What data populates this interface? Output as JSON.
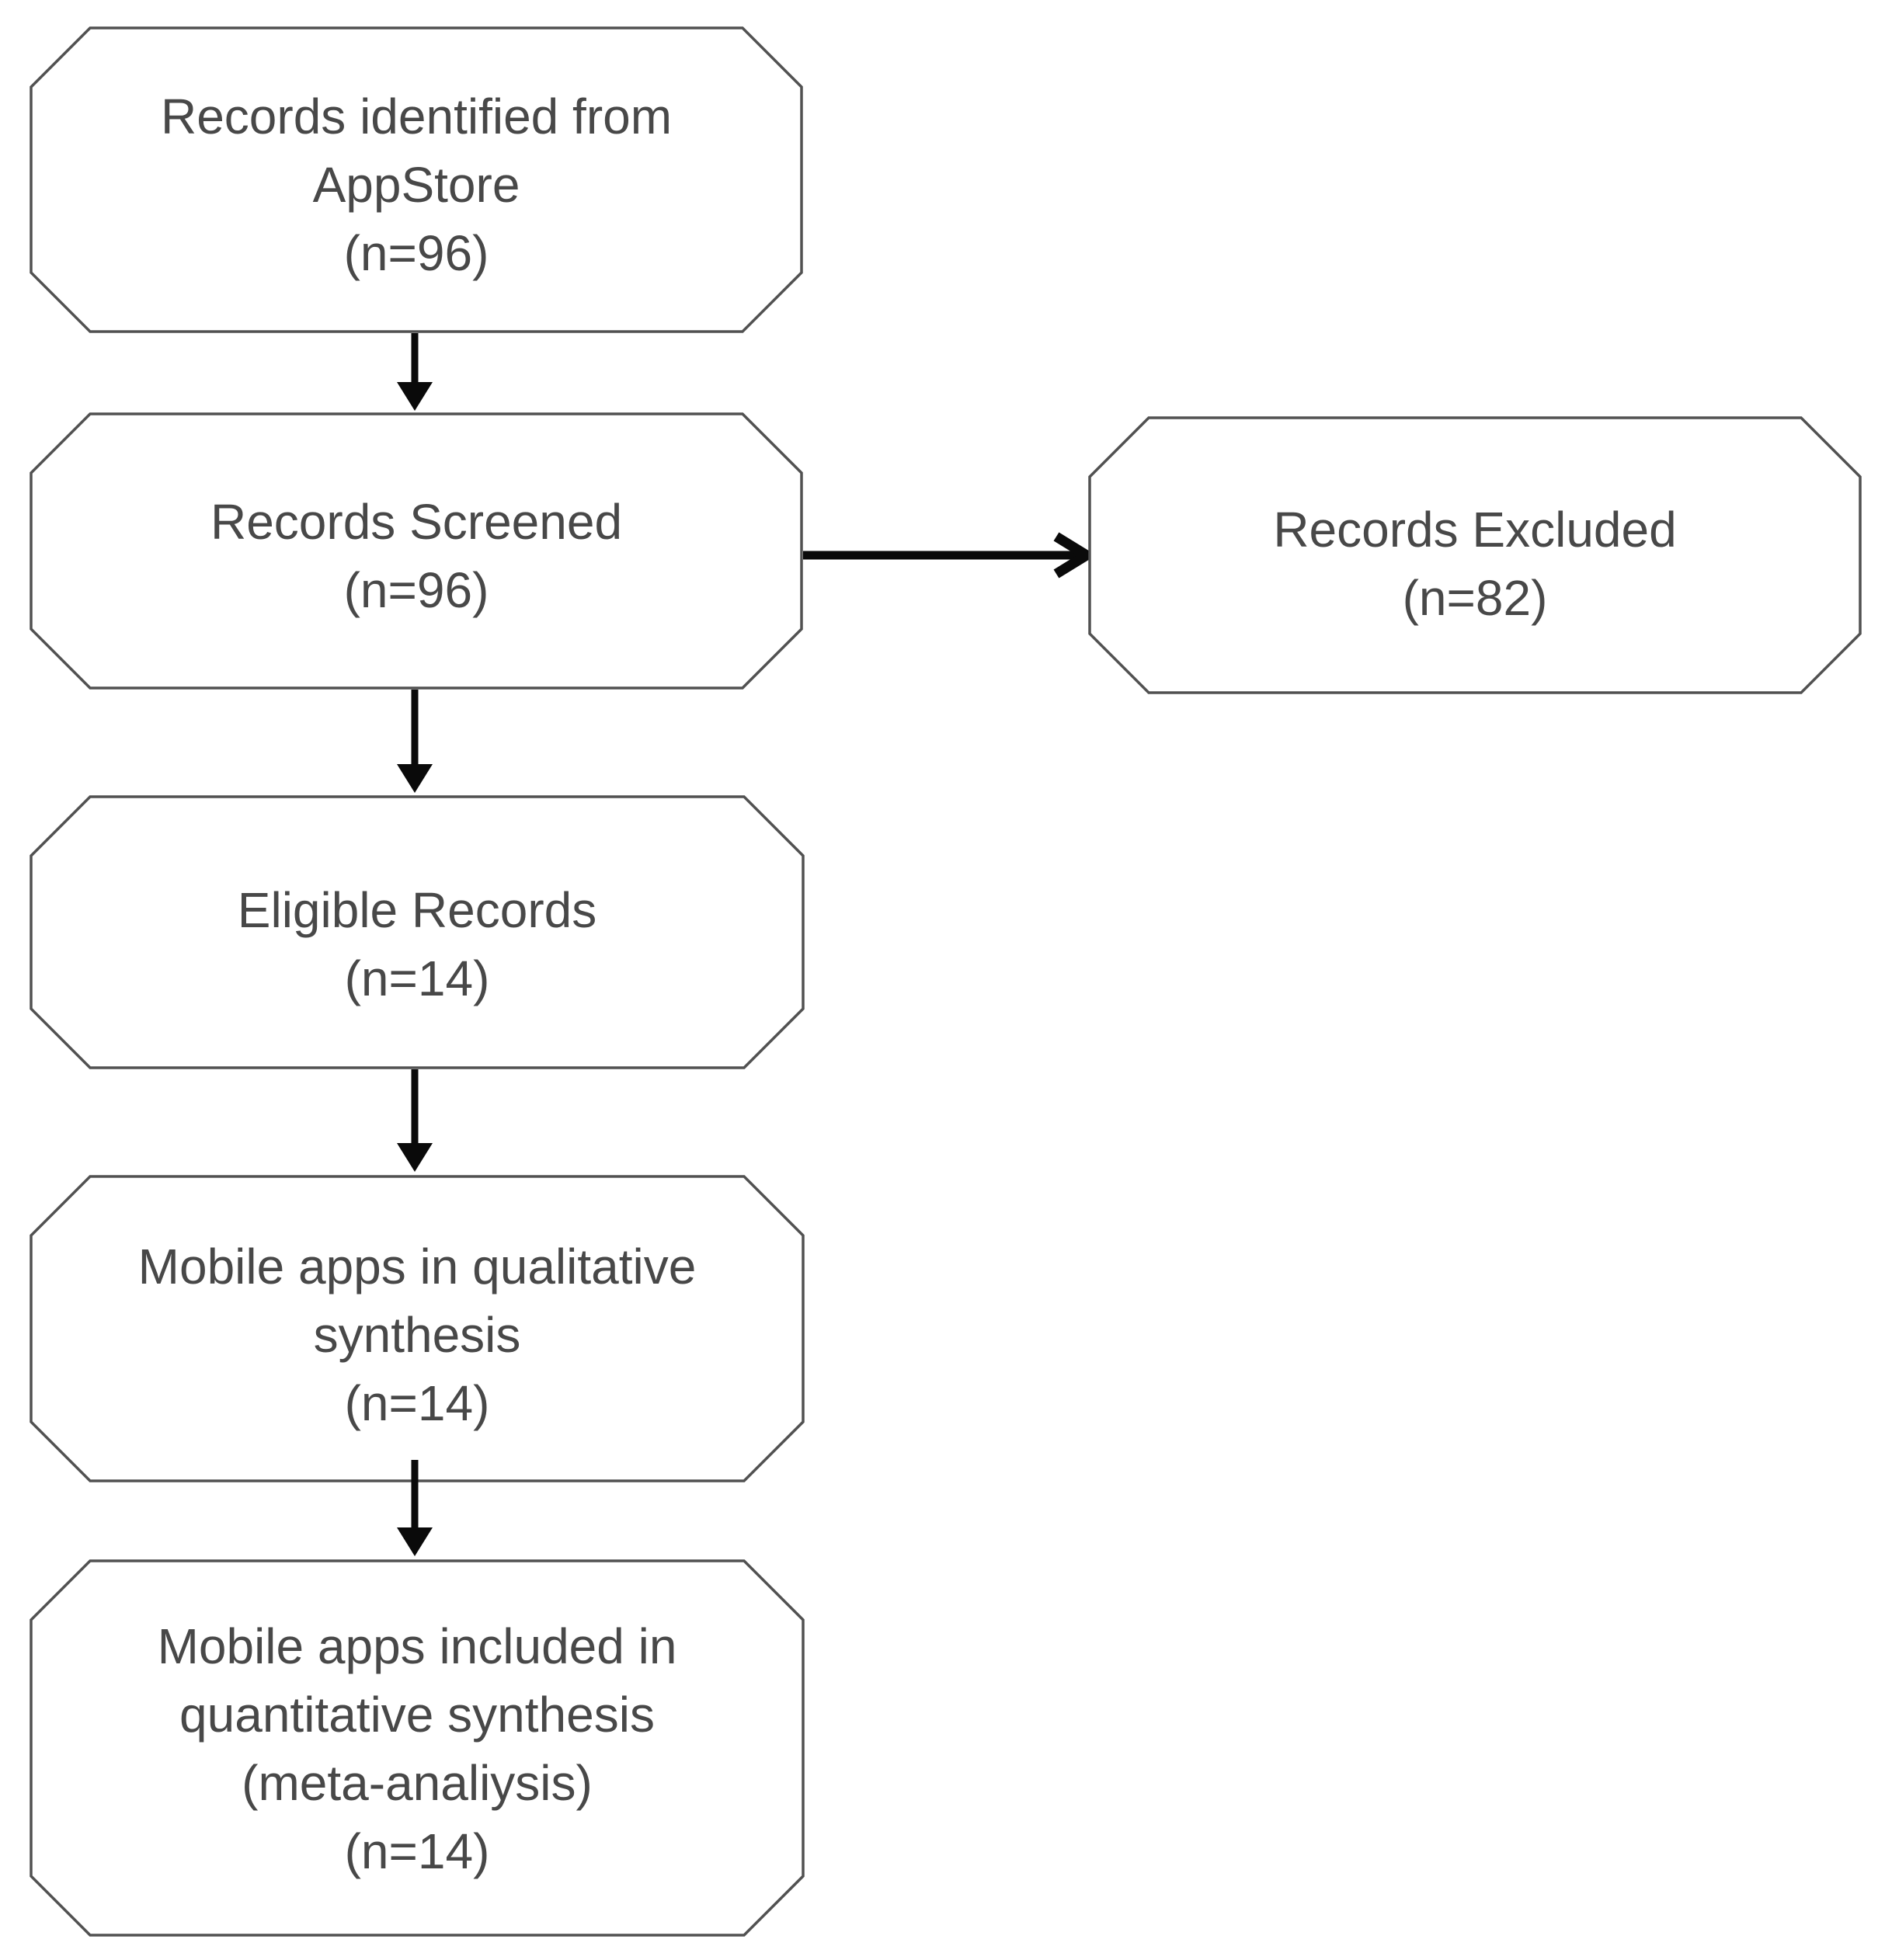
{
  "diagram": {
    "type": "flowchart",
    "background": "#ffffff",
    "colors": {
      "box_fill": "#ffffff",
      "box_border": "#515151",
      "text": "#484848",
      "arrow": "#0a0a0a"
    },
    "boxes": [
      {
        "id": "records-identified",
        "shape": "octagon",
        "lines": [
          "Records identified from",
          "AppStore",
          "(n=96)"
        ]
      },
      {
        "id": "records-screened",
        "shape": "octagon",
        "lines": [
          "Records Screened",
          "(n=96)"
        ]
      },
      {
        "id": "records-excluded",
        "shape": "octagon",
        "lines": [
          "Records Excluded",
          "(n=82)"
        ]
      },
      {
        "id": "eligible-records",
        "shape": "octagon",
        "lines": [
          "Eligible Records",
          "(n=14)"
        ]
      },
      {
        "id": "qualitative-synthesis",
        "shape": "octagon",
        "lines": [
          "Mobile apps in qualitative",
          "synthesis",
          "(n=14)"
        ]
      },
      {
        "id": "quantitative-synthesis",
        "shape": "octagon",
        "lines": [
          "Mobile apps included in",
          "quantitative synthesis",
          "(meta-analiysis)",
          "(n=14)"
        ]
      }
    ],
    "arrows": [
      {
        "from": "records-identified",
        "to": "records-screened",
        "direction": "down"
      },
      {
        "from": "records-screened",
        "to": "records-excluded",
        "direction": "right"
      },
      {
        "from": "records-screened",
        "to": "eligible-records",
        "direction": "down"
      },
      {
        "from": "eligible-records",
        "to": "qualitative-synthesis",
        "direction": "down"
      },
      {
        "from": "qualitative-synthesis",
        "to": "quantitative-synthesis",
        "direction": "down"
      }
    ]
  }
}
